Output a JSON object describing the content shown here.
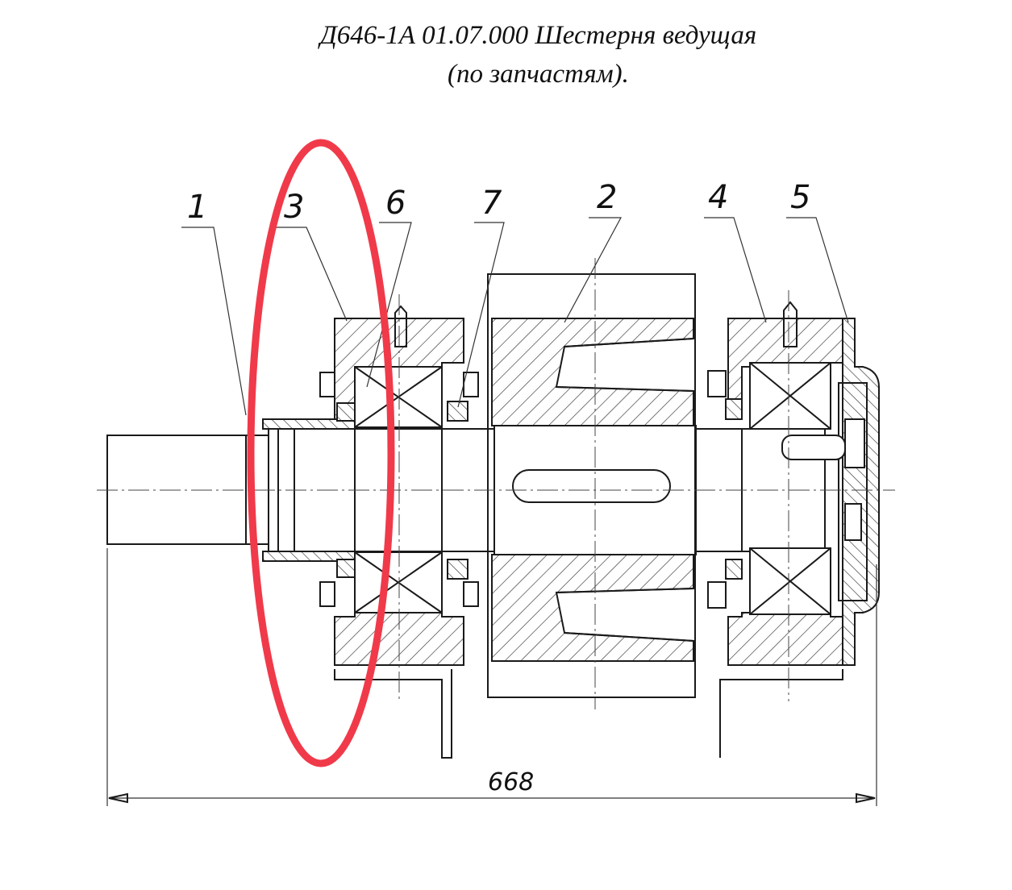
{
  "title": {
    "line1": "Д646-1А 01.07.000 Шестерня ведущая",
    "line2": "(по запчастям)."
  },
  "part_labels": [
    "1",
    "3",
    "6",
    "7",
    "2",
    "4",
    "5"
  ],
  "dimension": {
    "overall_length": "668"
  },
  "highlight": {
    "color": "#f03a4a",
    "target_part": "3"
  },
  "colors": {
    "ink": "#1a1a1a",
    "background": "#ffffff"
  }
}
